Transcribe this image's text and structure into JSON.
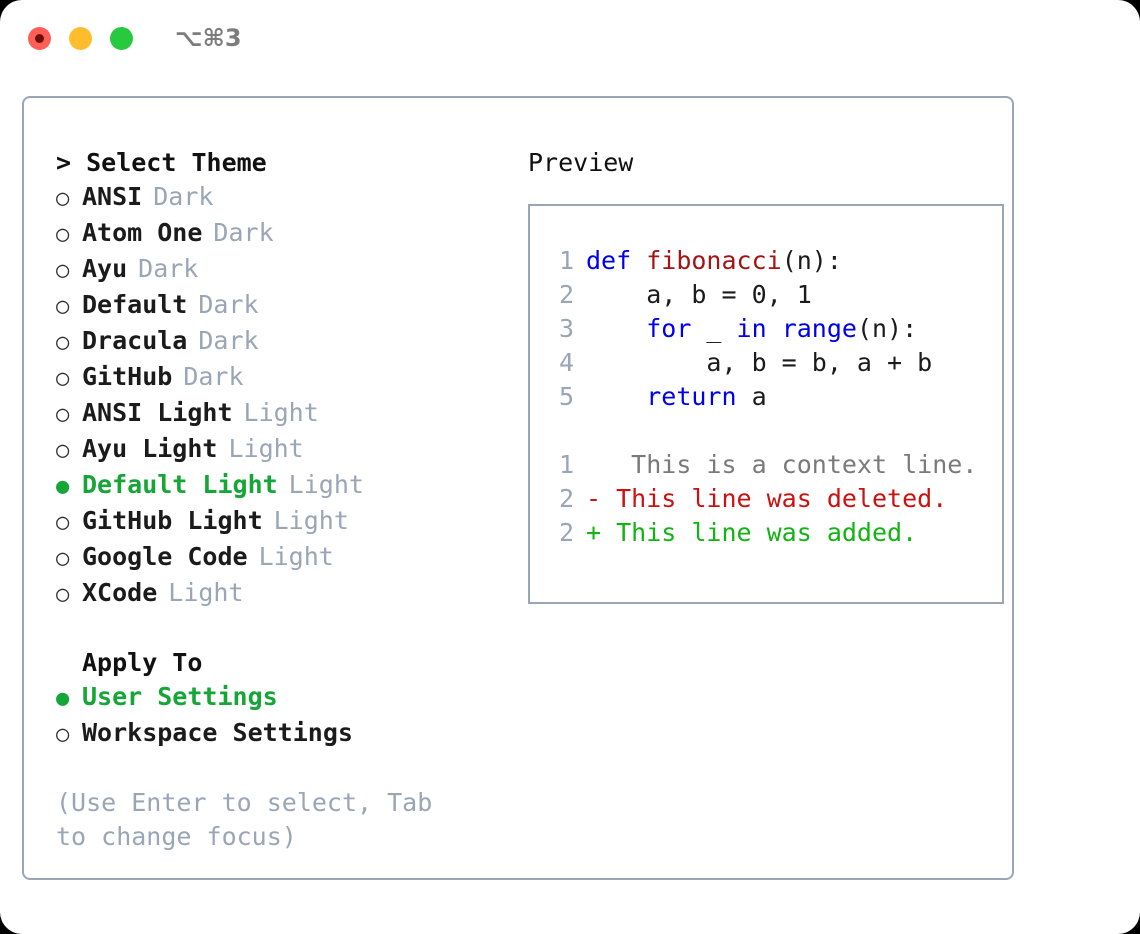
{
  "titlebar": {
    "shortcut": "⌥⌘3",
    "buttons": [
      {
        "name": "close",
        "color": "#ff5f56"
      },
      {
        "name": "minimize",
        "color": "#ffbd2e"
      },
      {
        "name": "maximize",
        "color": "#27c93f"
      }
    ]
  },
  "colors": {
    "selected_green": "#16a637",
    "muted_tag": "#9aa5b5",
    "border": "#9aa5b5",
    "keyword_blue": "#0000ee",
    "function_red": "#a31515",
    "diff_added": "#13b313",
    "diff_removed": "#cc1111",
    "diff_context": "#7a7a7a"
  },
  "theme_list": {
    "header": "> Select Theme",
    "items": [
      {
        "bullet": "○",
        "name": "ANSI",
        "tag": "Dark",
        "selected": false
      },
      {
        "bullet": "○",
        "name": "Atom One",
        "tag": "Dark",
        "selected": false
      },
      {
        "bullet": "○",
        "name": "Ayu",
        "tag": "Dark",
        "selected": false
      },
      {
        "bullet": "○",
        "name": "Default",
        "tag": "Dark",
        "selected": false
      },
      {
        "bullet": "○",
        "name": "Dracula",
        "tag": "Dark",
        "selected": false
      },
      {
        "bullet": "○",
        "name": "GitHub",
        "tag": "Dark",
        "selected": false
      },
      {
        "bullet": "○",
        "name": "ANSI Light",
        "tag": "Light",
        "selected": false
      },
      {
        "bullet": "○",
        "name": "Ayu Light",
        "tag": "Light",
        "selected": false
      },
      {
        "bullet": "●",
        "name": "Default Light",
        "tag": "Light",
        "selected": true
      },
      {
        "bullet": "○",
        "name": "GitHub Light",
        "tag": "Light",
        "selected": false
      },
      {
        "bullet": "○",
        "name": "Google Code",
        "tag": "Light",
        "selected": false
      },
      {
        "bullet": "○",
        "name": "XCode",
        "tag": "Light",
        "selected": false
      }
    ]
  },
  "apply_to": {
    "header": "Apply To",
    "items": [
      {
        "bullet": "●",
        "name": "User Settings",
        "selected": true
      },
      {
        "bullet": "○",
        "name": "Workspace Settings",
        "selected": false
      }
    ]
  },
  "hint": "(Use Enter to select, Tab to change focus)",
  "preview": {
    "title": "Preview",
    "code_lines": [
      {
        "lineno": "1",
        "tokens": [
          {
            "text": "def ",
            "type": "kw"
          },
          {
            "text": "fibonacci",
            "type": "fn"
          },
          {
            "text": "(n):",
            "type": "plain"
          }
        ]
      },
      {
        "lineno": "2",
        "tokens": [
          {
            "text": "    a, b = 0, 1",
            "type": "plain"
          }
        ]
      },
      {
        "lineno": "3",
        "tokens": [
          {
            "text": "    ",
            "type": "plain"
          },
          {
            "text": "for",
            "type": "kw"
          },
          {
            "text": " _ ",
            "type": "plain"
          },
          {
            "text": "in ",
            "type": "kw"
          },
          {
            "text": "range",
            "type": "kw"
          },
          {
            "text": "(n):",
            "type": "plain"
          }
        ]
      },
      {
        "lineno": "4",
        "tokens": [
          {
            "text": "        a, b = b, a + b",
            "type": "plain"
          }
        ]
      },
      {
        "lineno": "5",
        "tokens": [
          {
            "text": "    ",
            "type": "plain"
          },
          {
            "text": "return",
            "type": "kw"
          },
          {
            "text": " a",
            "type": "plain"
          }
        ]
      }
    ],
    "diff_lines": [
      {
        "lineno": "1",
        "marker": " ",
        "text": "  This is a context line.",
        "type": "ctx"
      },
      {
        "lineno": "2",
        "marker": "-",
        "text": " This line was deleted.",
        "type": "del"
      },
      {
        "lineno": "2",
        "marker": "+",
        "text": " This line was added.",
        "type": "add"
      }
    ]
  }
}
